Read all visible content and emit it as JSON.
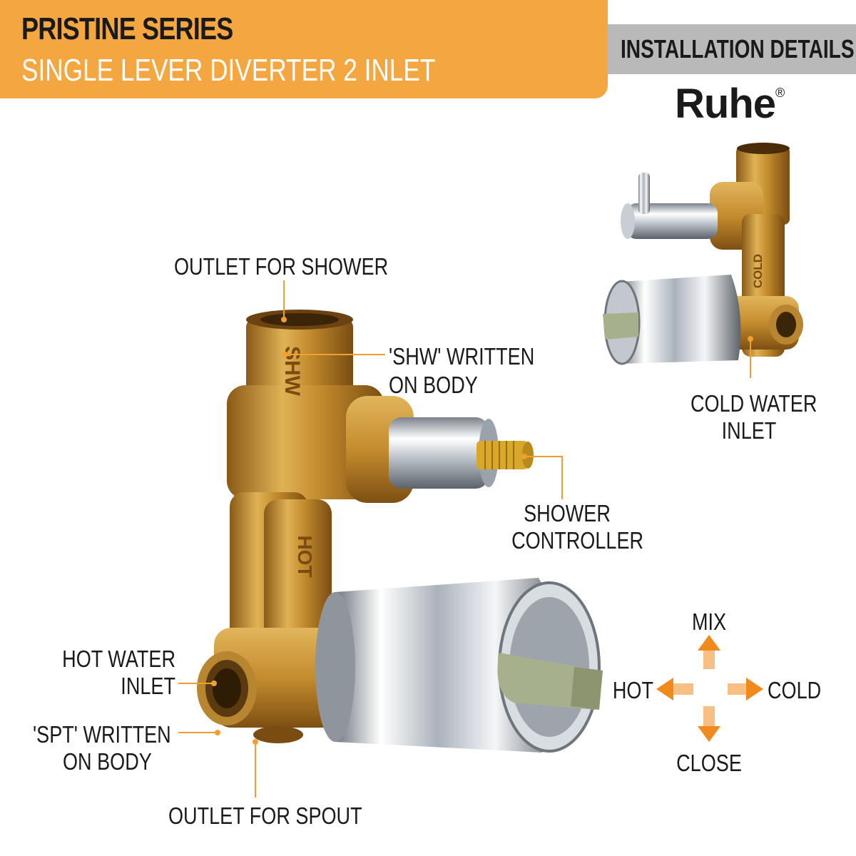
{
  "header": {
    "series": "PRISTINE SERIES",
    "product": "SINGLE LEVER DIVERTER 2 INLET"
  },
  "installation": {
    "title": "INSTALLATION DETAILS"
  },
  "brand": {
    "name": "Ruhe",
    "mark": "®"
  },
  "labels": {
    "outlet_shower": "OUTLET FOR SHOWER",
    "shw_line1": "'SHW' WRITTEN",
    "shw_line2": "ON BODY",
    "cold_inlet_line1": "COLD WATER",
    "cold_inlet_line2": "INLET",
    "shower_ctrl_line1": "SHOWER",
    "shower_ctrl_line2": "CONTROLLER",
    "hot_inlet_line1": "HOT WATER",
    "hot_inlet_line2": "INLET",
    "spt_line1": "'SPT' WRITTEN",
    "spt_line2": "ON BODY",
    "outlet_spout": "OUTLET FOR SPOUT"
  },
  "body_marks": {
    "shw": "SHW",
    "hot": "HOT",
    "cold": "COLD"
  },
  "directions": {
    "mix": "MIX",
    "hot": "HOT",
    "cold": "COLD",
    "close": "CLOSE"
  },
  "colors": {
    "accent": "#f4a640",
    "grey_band": "#b9b9b9",
    "leader": "#f0a030",
    "brass": "#c8962f"
  }
}
